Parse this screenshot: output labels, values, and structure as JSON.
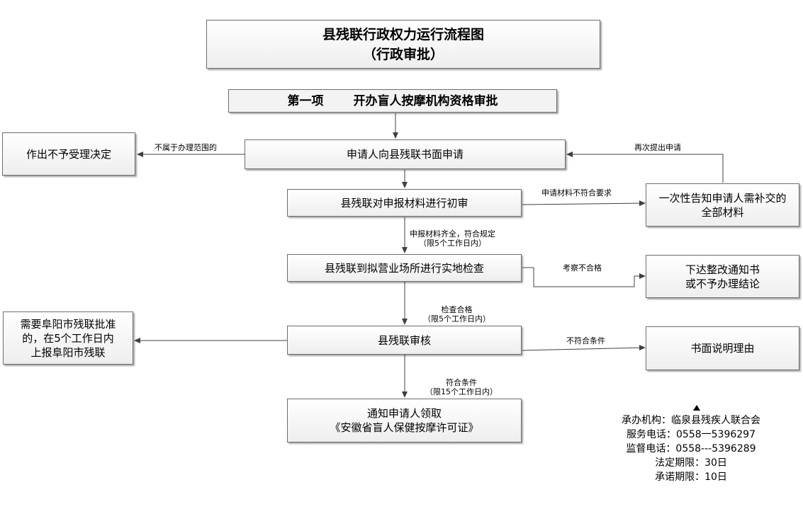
{
  "title": {
    "line1": "县残联行政权力运行流程图",
    "line2": "（行政审批）"
  },
  "item_title": {
    "prefix": "第一项",
    "name": "开办盲人按摩机构资格审批"
  },
  "boxes": {
    "apply": "申请人向县残联书面申请",
    "reject": "作出不予受理决定",
    "initial_review": "县残联对申报材料进行初审",
    "supplement": {
      "line1": "一次性告知申请人需补交的",
      "line2": "全部材料"
    },
    "inspection": "县残联到拟营业场所进行实地检查",
    "rectify": {
      "line1": "下达整改通知书",
      "line2": "或不予办理结论"
    },
    "review": "县残联审核",
    "report": {
      "line1": "需要阜阳市残联批准",
      "line2": "的，在5个工作日内",
      "line3": "上报阜阳市残联"
    },
    "explain": "书面说明理由",
    "notify": {
      "line1": "通知申请人领取",
      "line2": "《安徽省盲人保健按摩许可证》"
    }
  },
  "labels": {
    "out_of_scope": "不属于办理范围的",
    "resubmit": "再次提出申请",
    "materials_incomplete": "申请材料不符合要求",
    "materials_complete": {
      "line1": "申报材料齐全，符合规定",
      "line2": "（限5个工作日内）"
    },
    "inspection_failed": "考察不合格",
    "inspection_passed": {
      "line1": "检查合格",
      "line2": "（限5个工作日内）"
    },
    "conditions_unmet": "不符合条件",
    "conditions_met": {
      "line1": "符合条件",
      "line2": "（限15个工作日内）"
    }
  },
  "info": {
    "org": "承办机构：临泉县残疾人联合会",
    "service_phone": "服务电话：0558一5396297",
    "supervise_phone": "监督电话：0558---5396289",
    "legal_period": "法定期限：30日",
    "promised_period": "承诺期限：10日"
  },
  "colors": {
    "line": "#404040",
    "box_border": "#6e6e6e"
  }
}
